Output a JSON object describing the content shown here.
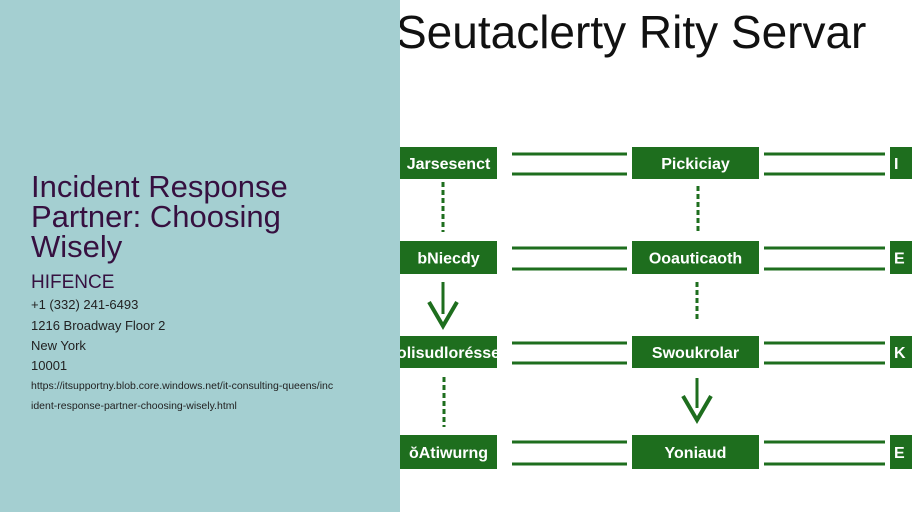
{
  "sidebar": {
    "title": "Incident Response Partner: Choosing Wisely",
    "company": "HIFENCE",
    "phone": "+1 (332) 241-6493",
    "address_line": "1216 Broadway Floor 2",
    "city": "New York",
    "zip": "10001",
    "url_line1": "https://itsupportny.blob.core.windows.net/it-consulting-queens/inc",
    "url_line2": "ident-response-partner-choosing-wisely.html"
  },
  "image": {
    "heading": "Seutaclerty Rity Servar",
    "box_color": "#1e6e1e",
    "boxes": [
      [
        "Jarsesenct",
        "Pickiciay",
        "I"
      ],
      [
        "bNiecdy",
        "Ooauticaoth",
        "E"
      ],
      [
        "olisudlorésse",
        "Swoukrolar",
        "K"
      ],
      [
        "ŏAtiwurng",
        "Yoniaud",
        "E"
      ]
    ]
  }
}
